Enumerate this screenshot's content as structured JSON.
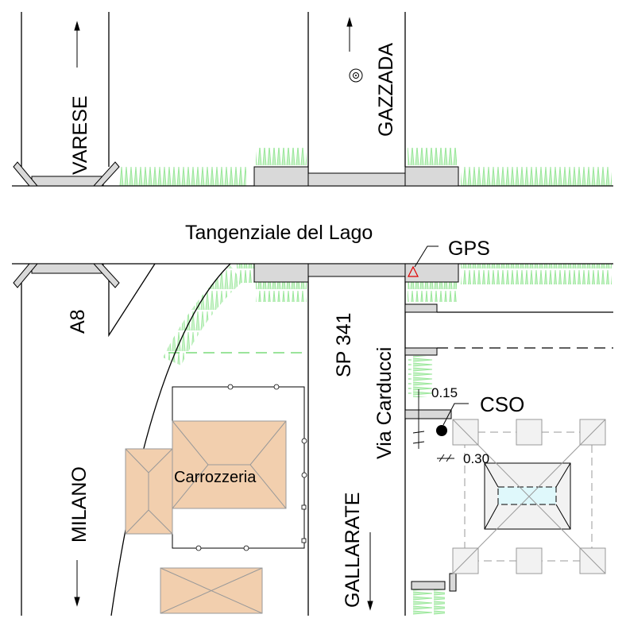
{
  "labels": {
    "varese": "VARESE",
    "gazzada": "GAZZADA",
    "tangenziale": "Tangenziale del Lago",
    "gps": "GPS",
    "a8": "A8",
    "sp341": "SP 341",
    "via_carducci": "Via Carducci",
    "cso": "CSO",
    "dim_1": "0.15",
    "dim_2": "0.30",
    "carrozzeria": "Carrozzeria",
    "milano": "MILANO",
    "gallarate": "GALLARATE"
  },
  "colors": {
    "grass": "#9be79b",
    "building": "#f2cfae",
    "water": "#dff8fb",
    "gps_marker": "#e00000"
  }
}
